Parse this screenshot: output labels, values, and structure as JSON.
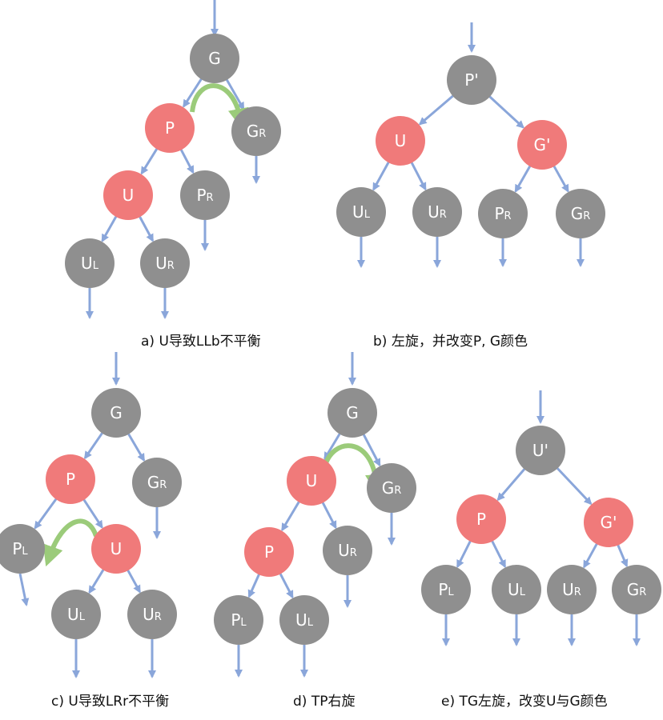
{
  "colors": {
    "gray": "#8f8f8f",
    "red": "#f07a7a",
    "edge": "#8aa6da",
    "rotate": "#9bcb7a"
  },
  "panels": [
    {
      "id": "a",
      "caption": "a) U导致LLb不平衡",
      "nodes": [
        {
          "id": "G",
          "label": "G",
          "color": "gray"
        },
        {
          "id": "P",
          "label": "P",
          "color": "red"
        },
        {
          "id": "GR",
          "label": "GR",
          "color": "gray"
        },
        {
          "id": "U",
          "label": "U",
          "color": "red"
        },
        {
          "id": "PR",
          "label": "PR",
          "color": "gray"
        },
        {
          "id": "UL",
          "label": "UL",
          "color": "gray"
        },
        {
          "id": "UR",
          "label": "UR",
          "color": "gray"
        }
      ],
      "edges": [
        [
          "G",
          "P"
        ],
        [
          "G",
          "GR"
        ],
        [
          "P",
          "U"
        ],
        [
          "P",
          "PR"
        ],
        [
          "U",
          "UL"
        ],
        [
          "U",
          "UR"
        ]
      ]
    },
    {
      "id": "b",
      "caption": "b) 左旋，并改变P, G颜色",
      "nodes": [
        {
          "id": "P",
          "label": "P'",
          "color": "gray"
        },
        {
          "id": "U",
          "label": "U",
          "color": "red"
        },
        {
          "id": "G",
          "label": "G'",
          "color": "red"
        },
        {
          "id": "UL",
          "label": "UL",
          "color": "gray"
        },
        {
          "id": "UR",
          "label": "UR",
          "color": "gray"
        },
        {
          "id": "PR",
          "label": "PR",
          "color": "gray"
        },
        {
          "id": "GR",
          "label": "GR",
          "color": "gray"
        }
      ],
      "edges": [
        [
          "P",
          "U"
        ],
        [
          "P",
          "G"
        ],
        [
          "U",
          "UL"
        ],
        [
          "U",
          "UR"
        ],
        [
          "G",
          "PR"
        ],
        [
          "G",
          "GR"
        ]
      ]
    },
    {
      "id": "c",
      "caption": "c) U导致LRr不平衡",
      "nodes": [
        {
          "id": "G",
          "label": "G",
          "color": "gray"
        },
        {
          "id": "P",
          "label": "P",
          "color": "red"
        },
        {
          "id": "GR",
          "label": "GR",
          "color": "gray"
        },
        {
          "id": "PL",
          "label": "PL",
          "color": "gray"
        },
        {
          "id": "U",
          "label": "U",
          "color": "red"
        },
        {
          "id": "UL",
          "label": "UL",
          "color": "gray"
        },
        {
          "id": "UR",
          "label": "UR",
          "color": "gray"
        }
      ],
      "edges": [
        [
          "G",
          "P"
        ],
        [
          "G",
          "GR"
        ],
        [
          "P",
          "PL"
        ],
        [
          "P",
          "U"
        ],
        [
          "U",
          "UL"
        ],
        [
          "U",
          "UR"
        ]
      ]
    },
    {
      "id": "d",
      "caption": "d) TP右旋",
      "nodes": [
        {
          "id": "G",
          "label": "G",
          "color": "gray"
        },
        {
          "id": "U",
          "label": "U",
          "color": "red"
        },
        {
          "id": "GR",
          "label": "GR",
          "color": "gray"
        },
        {
          "id": "P",
          "label": "P",
          "color": "red"
        },
        {
          "id": "UR",
          "label": "UR",
          "color": "gray"
        },
        {
          "id": "PL",
          "label": "PL",
          "color": "gray"
        },
        {
          "id": "UL",
          "label": "UL",
          "color": "gray"
        }
      ],
      "edges": [
        [
          "G",
          "U"
        ],
        [
          "G",
          "GR"
        ],
        [
          "U",
          "P"
        ],
        [
          "U",
          "UR"
        ],
        [
          "P",
          "PL"
        ],
        [
          "P",
          "UL"
        ]
      ]
    },
    {
      "id": "e",
      "caption": "e) TG左旋，改变U与G颜色",
      "nodes": [
        {
          "id": "U",
          "label": "U'",
          "color": "gray"
        },
        {
          "id": "P",
          "label": "P",
          "color": "red"
        },
        {
          "id": "G",
          "label": "G'",
          "color": "red"
        },
        {
          "id": "PL",
          "label": "PL",
          "color": "gray"
        },
        {
          "id": "UL",
          "label": "UL",
          "color": "gray"
        },
        {
          "id": "UR",
          "label": "UR",
          "color": "gray"
        },
        {
          "id": "GR",
          "label": "GR",
          "color": "gray"
        }
      ],
      "edges": [
        [
          "U",
          "P"
        ],
        [
          "U",
          "G"
        ],
        [
          "P",
          "PL"
        ],
        [
          "P",
          "UL"
        ],
        [
          "G",
          "UR"
        ],
        [
          "G",
          "GR"
        ]
      ]
    }
  ]
}
